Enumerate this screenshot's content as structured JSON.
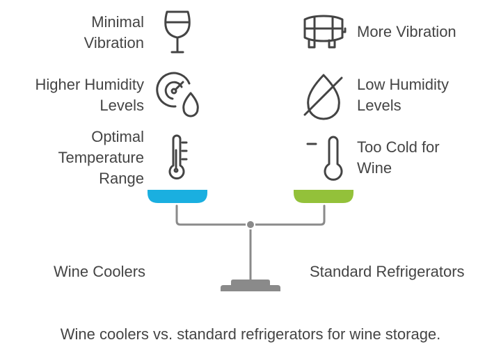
{
  "left": {
    "items": [
      {
        "line1": "Minimal",
        "line2": "Vibration",
        "icon": "wine-glass-icon"
      },
      {
        "line1": "Higher Humidity",
        "line2": "Levels",
        "icon": "humidity-gauge-icon"
      },
      {
        "line1": "Optimal",
        "line2": "Temperature",
        "line3": "Range",
        "icon": "thermometer-icon"
      }
    ],
    "label": "Wine Coolers",
    "color": "#1AAFE0"
  },
  "right": {
    "items": [
      {
        "line1": "More Vibration",
        "icon": "barrel-icon"
      },
      {
        "line1": "Low Humidity",
        "line2": "Levels",
        "icon": "no-drop-icon"
      },
      {
        "line1": "Too Cold for",
        "line2": "Wine",
        "icon": "cold-thermometer-icon"
      }
    ],
    "label": "Standard Refrigerators",
    "color": "#93C13A"
  },
  "caption": "Wine coolers vs. standard refrigerators for wine storage."
}
